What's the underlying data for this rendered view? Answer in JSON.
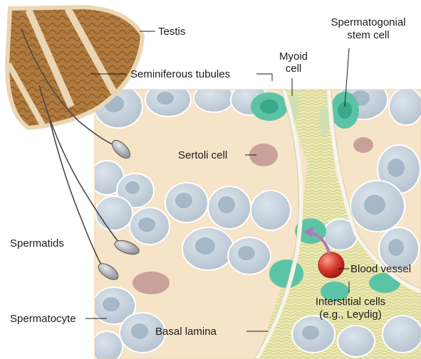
{
  "labels": {
    "testis": "Testis",
    "seminiferous_tubules": "Seminiferous tubules",
    "myoid_cell_1": "Myoid",
    "myoid_cell_2": "cell",
    "stem_cell_1": "Spermatogonial",
    "stem_cell_2": "stem cell",
    "sertoli_cell": "Sertoli cell",
    "spermatids": "Spermatids",
    "blood_vessel": "Blood vessel",
    "interstitial_1": "Interstitial cells",
    "interstitial_2": "(e.g., Leydig)",
    "spermatocyte": "Spermatocyte",
    "basal_lamina": "Basal lamina"
  },
  "colors": {
    "testis_tissue": "#b07a3e",
    "testis_capsule": "#ead6b4",
    "tubule_lumen": "#f6e4c8",
    "germ_cell": "#c6d2dd",
    "germ_nucleus": "#a5b7c8",
    "sertoli_nucleus": "#c9a09a",
    "basal_lamina": "#f7f4ea",
    "interstitium": "#ecebb6",
    "myoid_cell": "#cfe0b4",
    "stem_cell": "#52c0a4",
    "blood_vessel": "#d8362b",
    "arrow": "#b07ab8"
  }
}
